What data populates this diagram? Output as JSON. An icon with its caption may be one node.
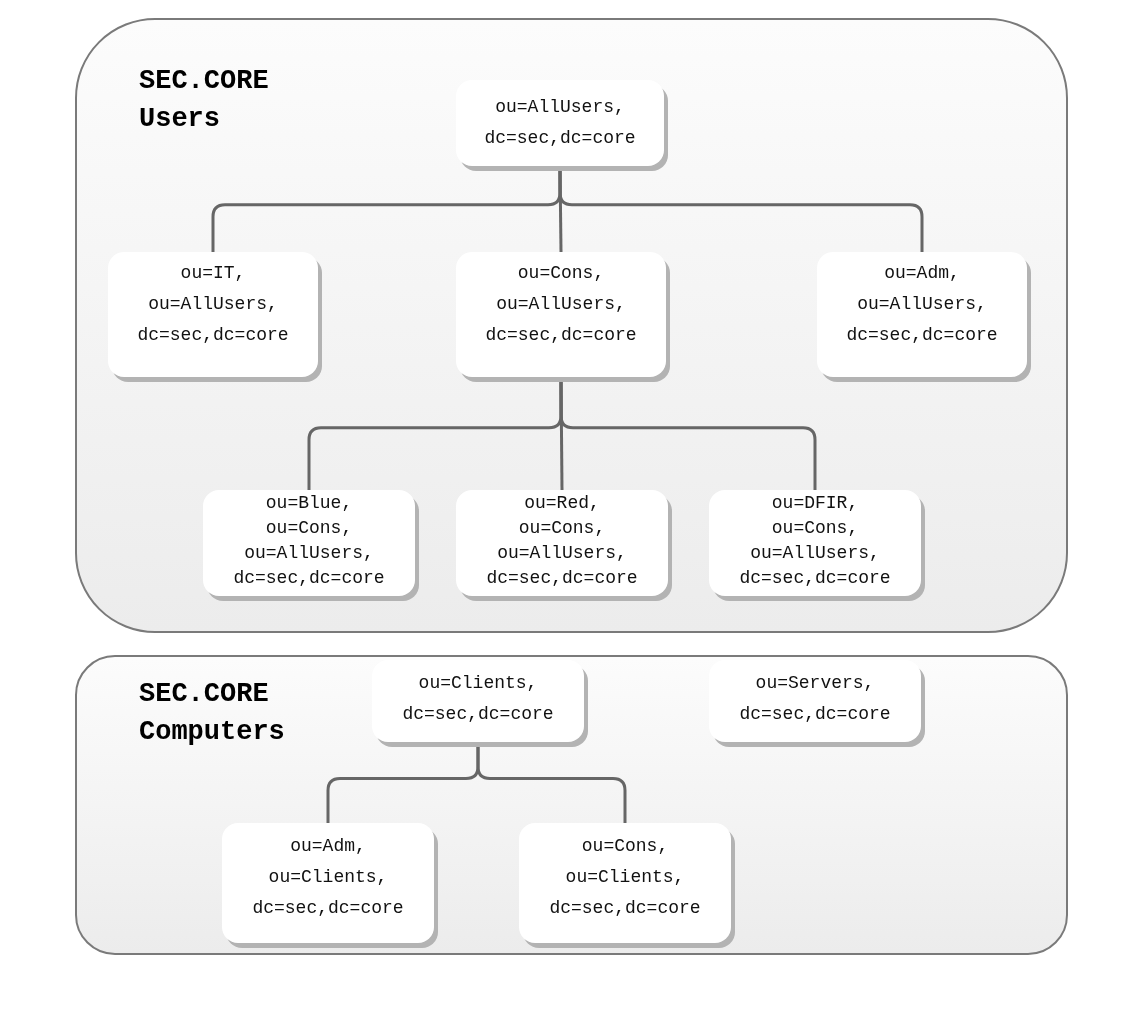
{
  "diagram": {
    "nodes": [
      {
        "text": [
          "SEC.CORE Users"
        ]
      },
      {
        "text": [
          "ou=AllUsers, dc=sec,dc=core"
        ],
        "in": 0
      },
      {
        "text": [
          "ou=IT, ou=AllUsers, dc=sec,dc=core"
        ],
        "in": 0
      },
      {
        "text": [
          "ou=Cons, ou=AllUsers, dc=sec,dc=core"
        ],
        "in": 0
      },
      {
        "text": [
          "ou=Adm, ou=AllUsers, dc=sec,dc=core"
        ],
        "in": 0
      },
      {
        "text": [
          "ou=Blue, ou=Cons, ou=AllUsers, dc=sec,dc=core"
        ],
        "in": 0
      },
      {
        "text": [
          "ou=Red, ou=Cons, ou=AllUsers, dc=sec,dc=core"
        ],
        "in": 0
      },
      {
        "text": [
          "ou=DFIR, ou=Cons, ou=AllUsers, dc=sec,dc=core"
        ],
        "in": 0
      },
      {
        "text": [
          "SEC.CORE Computers"
        ]
      },
      {
        "text": [
          "ou=Clients, dc=sec,dc=core"
        ],
        "in": 8
      },
      {
        "text": [
          "ou=Servers, dc=sec,dc=core"
        ],
        "in": 8
      },
      {
        "text": [
          "ou=Adm, ou=Clients, dc=sec,dc=core"
        ],
        "in": 8
      },
      {
        "text": [
          "ou=Cons, ou=Clients, dc=sec,dc=core"
        ],
        "in": 8
      }
    ],
    "edges": [
      {
        "from": 1,
        "to": 2,
        "arrow": "none"
      },
      {
        "from": 1,
        "to": 3,
        "arrow": "none"
      },
      {
        "from": 1,
        "to": 4,
        "arrow": "none"
      },
      {
        "from": 3,
        "to": 5,
        "arrow": "none"
      },
      {
        "from": 3,
        "to": 6,
        "arrow": "none"
      },
      {
        "from": 3,
        "to": 7,
        "arrow": "none"
      },
      {
        "from": 9,
        "to": 11,
        "arrow": "none"
      },
      {
        "from": 9,
        "to": 12,
        "arrow": "none"
      }
    ]
  }
}
